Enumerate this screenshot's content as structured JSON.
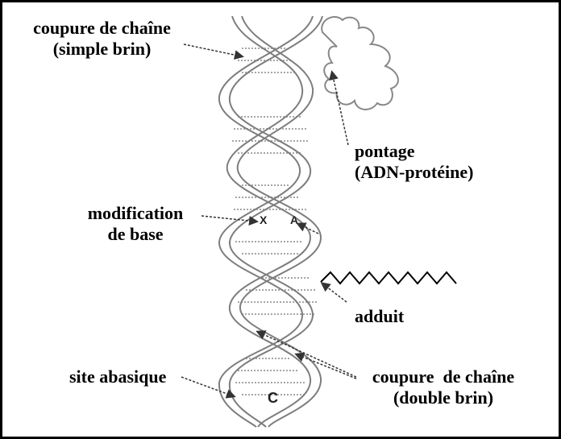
{
  "labels": {
    "single_strand_break": {
      "line1": "coupure de chaîne",
      "line2": "(simple brin)"
    },
    "crosslink": {
      "line1": "pontage",
      "line2": "(ADN-protéine)"
    },
    "base_modification": {
      "line1": "modification",
      "line2": "de base"
    },
    "adduct": "adduit",
    "abasic_site": "site abasique",
    "double_strand_break": {
      "line1": "coupure  de chaîne",
      "line2": "(double brin)"
    }
  },
  "base_letters": {
    "modified_base": "X",
    "base_a": "A",
    "base_c": "C"
  },
  "colors": {
    "border": "#000000",
    "text": "#000000",
    "strand": "#7a7a7a",
    "rungs": "#9a9a9a"
  }
}
